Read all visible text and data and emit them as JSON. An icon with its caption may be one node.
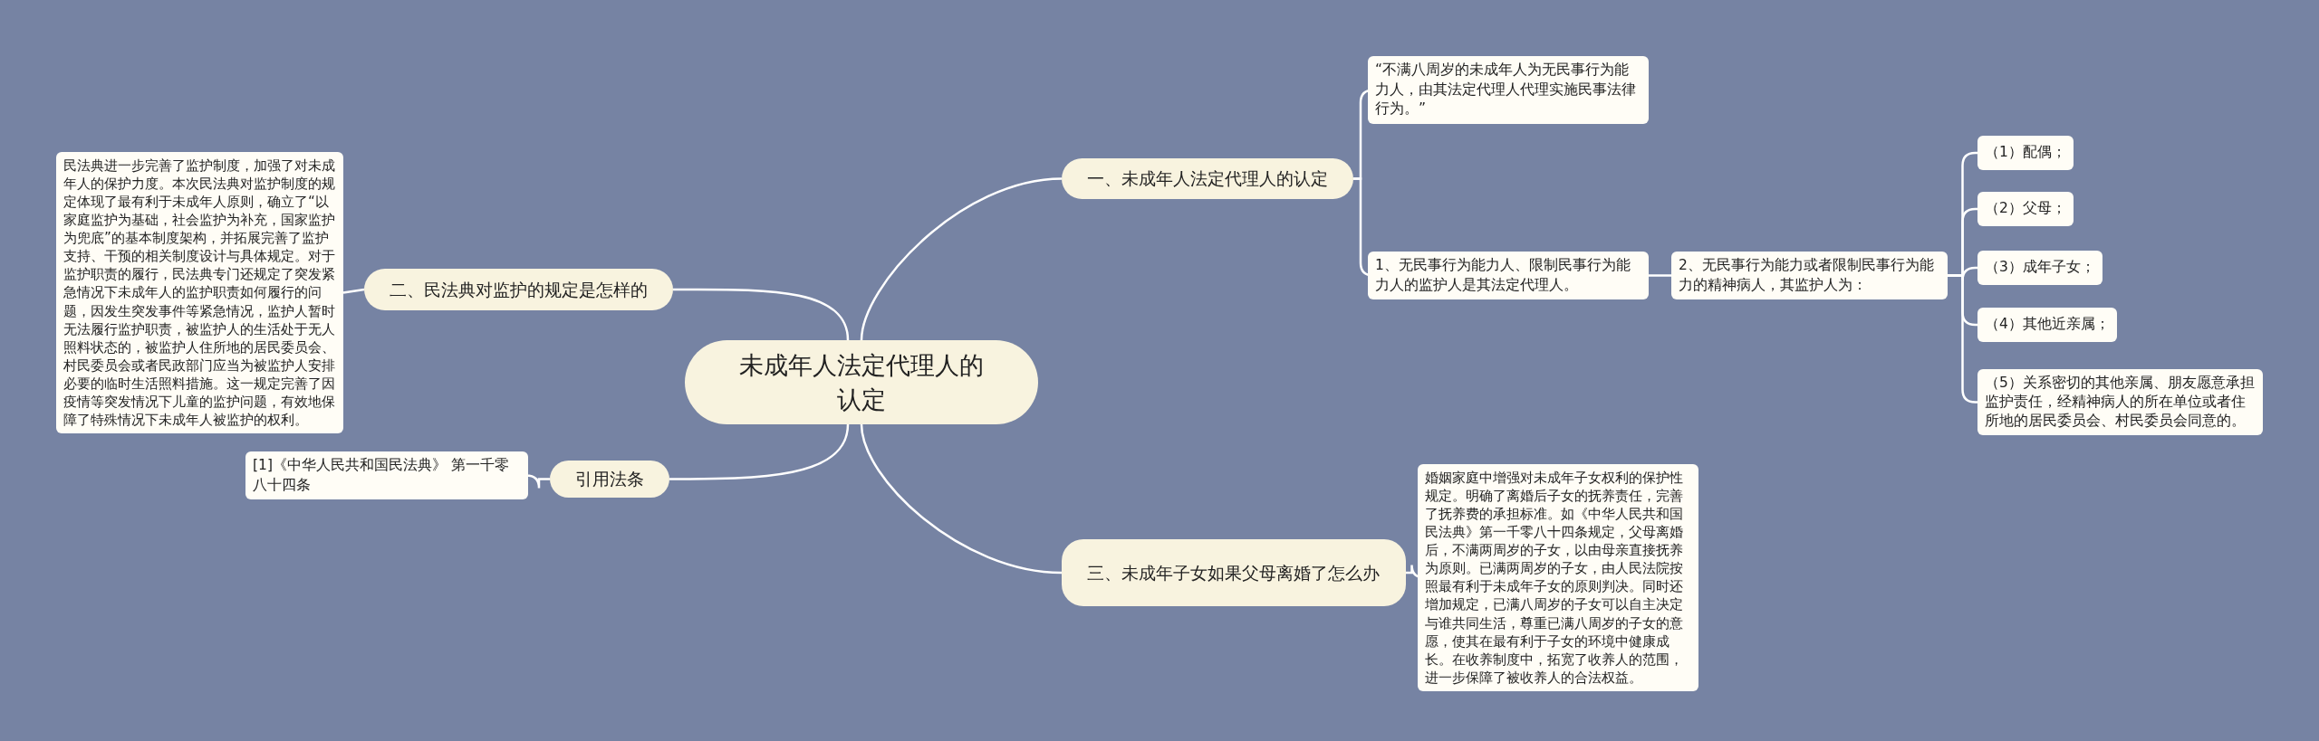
{
  "diagram": {
    "nodes": [
      {
        "text": [
          "未成年人法定代理人的认定"
        ]
      },
      {
        "text": [
          "一、未成年人法定代理人的认定"
        ]
      },
      {
        "text": [
          "“不满八周岁的未成年人为无民事行为能力人，由其法定代理人代理实施民事法律行为。”"
        ]
      },
      {
        "text": [
          "1、无民事行为能力人、限制民事行为能力人的监护人是其法定代理人。"
        ]
      },
      {
        "text": [
          "2、无民事行为能力或者限制民事行为能力的精神病人，其监护人为："
        ]
      },
      {
        "text": [
          "（1）配偶；"
        ]
      },
      {
        "text": [
          "（2）父母；"
        ]
      },
      {
        "text": [
          "（3）成年子女；"
        ]
      },
      {
        "text": [
          "（4）其他近亲属；"
        ]
      },
      {
        "text": [
          "（5）关系密切的其他亲属、朋友愿意承担监护责任，经精神病人的所在单位或者住所地的居民委员会、村民委员会同意的。"
        ]
      },
      {
        "text": [
          "二、民法典对监护的规定是怎样的"
        ]
      },
      {
        "text": [
          "民法典进一步完善了监护制度，加强了对未成年人的保护力度。本次民法典对监护制度的规定体现了最有利于未成年人原则，确立了“以家庭监护为基础，社会监护为补充，国家监护为兜底”的基本制度架构，并拓展完善了监护支持、干预的相关制度设计与具体规定。对于监护职责的履行，民法典专门还规定了突发紧急情况下未成年人的监护职责如何履行的问题，因发生突发事件等紧急情况，监护人暂时无法履行监护职责，被监护人的生活处于无人照料状态的，被监护人住所地的居民委员会、村民委员会或者民政部门应当为被监护人安排必要的临时生活照料措施。这一规定完善了因疫情等突发情况下儿童的监护问题，有效地保障了特殊情况下未成年人被监护的权利。"
        ]
      },
      {
        "text": [
          "引用法条"
        ]
      },
      {
        "text": [
          "[1]《中华人民共和国民法典》 第一千零八十四条"
        ]
      },
      {
        "text": [
          "三、未成年子女如果父母离婚了怎么办"
        ]
      },
      {
        "text": [
          "婚姻家庭中增强对未成年子女权利的保护性规定。明确了离婚后子女的抚养责任，完善了抚养费的承担标准。如《中华人民共和国民法典》第一千零八十四条规定，父母离婚后，不满两周岁的子女，以由母亲直接抚养为原则。已满两周岁的子女，由人民法院按照最有利于未成年子女的原则判决。同时还增加规定，已满八周岁的子女可以自主决定与谁共同生活，尊重已满八周岁的子女的意愿，使其在最有利于子女的环境中健康成长。在收养制度中，拓宽了收养人的范围，进一步保障了被收养人的合法权益。"
        ]
      }
    ],
    "edges": [
      {
        "from": 0,
        "to": 1,
        "arrow": "none"
      },
      {
        "from": 1,
        "to": 2,
        "arrow": "none"
      },
      {
        "from": 1,
        "to": 3,
        "arrow": "none"
      },
      {
        "from": 3,
        "to": 4,
        "arrow": "none"
      },
      {
        "from": 4,
        "to": 5,
        "arrow": "none"
      },
      {
        "from": 4,
        "to": 6,
        "arrow": "none"
      },
      {
        "from": 4,
        "to": 7,
        "arrow": "none"
      },
      {
        "from": 4,
        "to": 8,
        "arrow": "none"
      },
      {
        "from": 4,
        "to": 9,
        "arrow": "none"
      },
      {
        "from": 0,
        "to": 10,
        "arrow": "none"
      },
      {
        "from": 10,
        "to": 11,
        "arrow": "none"
      },
      {
        "from": 0,
        "to": 12,
        "arrow": "none"
      },
      {
        "from": 12,
        "to": 13,
        "arrow": "none"
      },
      {
        "from": 0,
        "to": 14,
        "arrow": "none"
      },
      {
        "from": 14,
        "to": 15,
        "arrow": "none"
      }
    ]
  }
}
